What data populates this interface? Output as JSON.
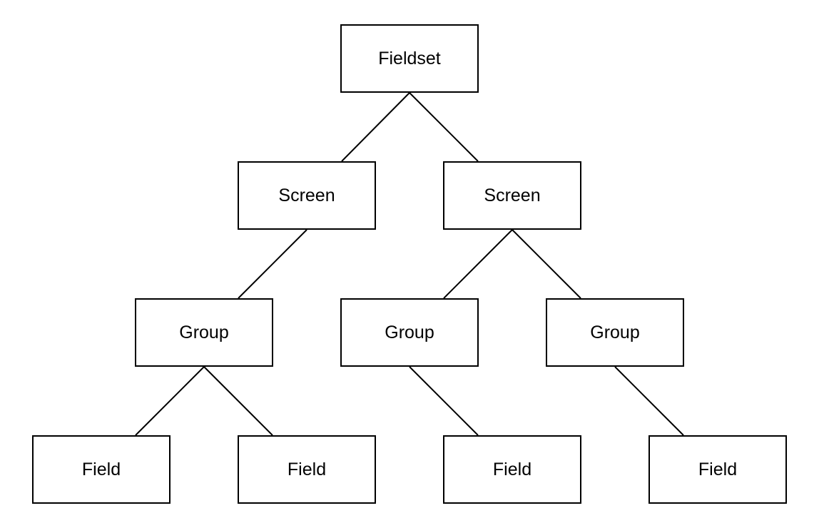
{
  "diagram": {
    "nodes": [
      {
        "id": "fieldset",
        "label": "Fieldset"
      },
      {
        "id": "screen-1",
        "label": "Screen"
      },
      {
        "id": "screen-2",
        "label": "Screen"
      },
      {
        "id": "group-1",
        "label": "Group"
      },
      {
        "id": "group-2",
        "label": "Group"
      },
      {
        "id": "group-3",
        "label": "Group"
      },
      {
        "id": "field-1",
        "label": "Field"
      },
      {
        "id": "field-2",
        "label": "Field"
      },
      {
        "id": "field-3",
        "label": "Field"
      },
      {
        "id": "field-4",
        "label": "Field"
      }
    ],
    "edges": [
      {
        "from": "fieldset",
        "to": "screen-1"
      },
      {
        "from": "fieldset",
        "to": "screen-2"
      },
      {
        "from": "screen-1",
        "to": "group-1"
      },
      {
        "from": "screen-2",
        "to": "group-2"
      },
      {
        "from": "screen-2",
        "to": "group-3"
      },
      {
        "from": "group-1",
        "to": "field-1"
      },
      {
        "from": "group-1",
        "to": "field-2"
      },
      {
        "from": "group-2",
        "to": "field-3"
      },
      {
        "from": "group-3",
        "to": "field-4"
      }
    ],
    "colors": {
      "stroke": "#000000",
      "fill": "#ffffff",
      "text": "#000000"
    }
  }
}
